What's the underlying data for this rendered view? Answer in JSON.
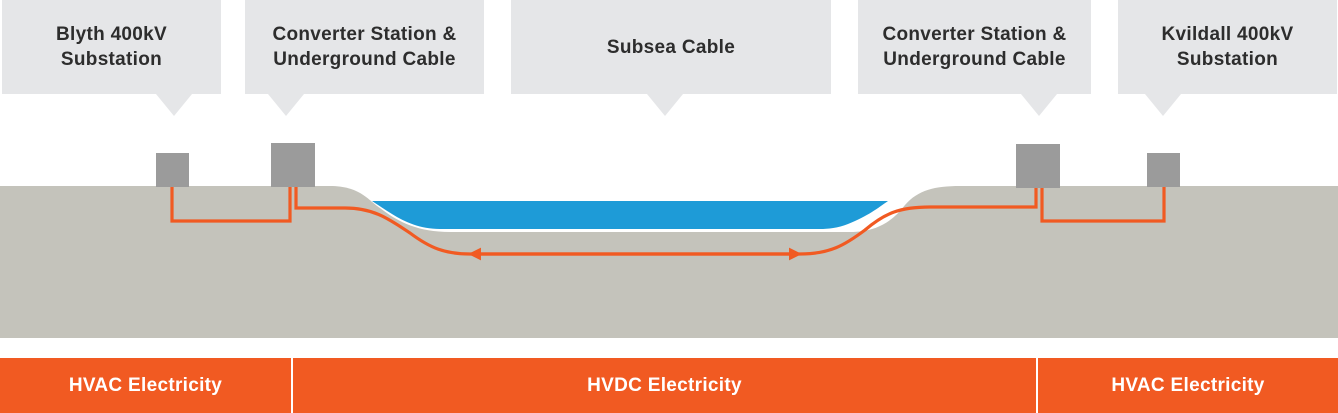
{
  "callouts": [
    {
      "line1": "Blyth 400kV",
      "line2": "Substation"
    },
    {
      "line1": "Converter Station &",
      "line2": "Underground Cable"
    },
    {
      "line1": "Subsea Cable",
      "line2": ""
    },
    {
      "line1": "Converter Station &",
      "line2": "Underground Cable"
    },
    {
      "line1": "Kvildall 400kV",
      "line2": "Substation"
    }
  ],
  "bands": [
    {
      "label": "HVAC Electricity"
    },
    {
      "label": "HVDC Electricity"
    },
    {
      "label": "HVAC Electricity"
    }
  ],
  "colors": {
    "ground": "#c4c3bb",
    "sea": "#1e9bd7",
    "cable": "#f15a22",
    "building": "#9b9b9b",
    "callout_bg": "#e5e6e8",
    "band_bg": "#f15a22"
  }
}
